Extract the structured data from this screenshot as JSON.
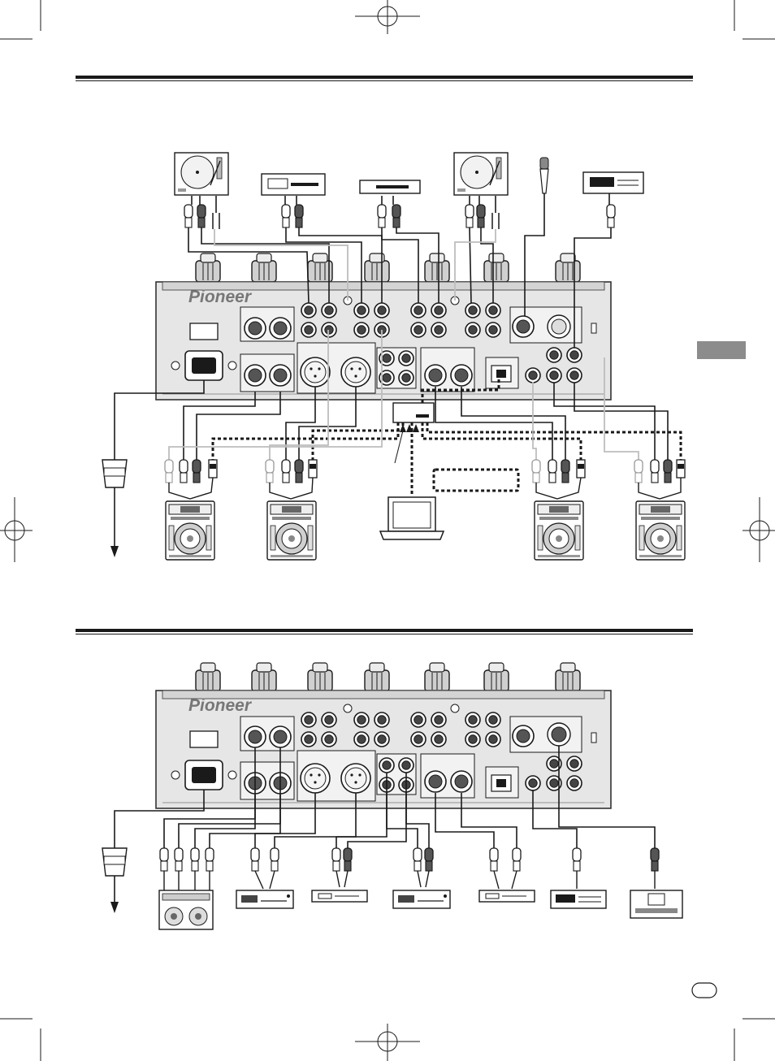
{
  "brand": {
    "name": "Pioneer"
  },
  "colors": {
    "ink": "#1a1a1a",
    "panel": "#e6e6e6",
    "panel_edge": "#333333",
    "cable_gray": "#bdbdbd",
    "side_tab": "#8c8c8c",
    "dark_plug": "#555555"
  },
  "icons": {
    "turntable": "turntable-icon",
    "cd_player": "cd-player-icon",
    "microphone": "microphone-icon",
    "laptop": "laptop-icon",
    "hub": "network-hub-icon",
    "power_plug": "power-plug-icon",
    "amplifier": "amplifier-icon",
    "sampler": "sampler-icon",
    "recorder": "recorder-icon",
    "midi_keyboard": "midi-sequencer-icon"
  },
  "side_tab": {
    "label": ""
  },
  "page_badge": {
    "label": ""
  },
  "diagrams": {
    "input_count": 6,
    "output_count": 7
  }
}
